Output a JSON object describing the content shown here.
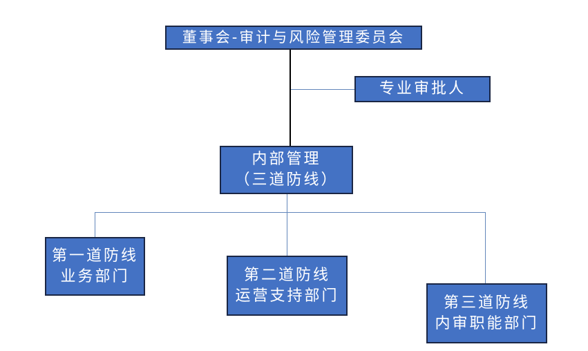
{
  "diagram": {
    "type": "org-flowchart",
    "background": "#ffffff",
    "colors": {
      "node_fill": "#4472c4",
      "node_border": "#1a2644",
      "node_text": "#ffffff",
      "connector_dark": "#000000",
      "connector_blue": "#6286ba"
    },
    "nodes": {
      "board": {
        "label": "董事会-审计与风险管理委员会"
      },
      "approver": {
        "label": "专业审批人"
      },
      "internal_mgmt": {
        "line1": "内部管理",
        "line2": "（三道防线）"
      },
      "first_line": {
        "line1": "第一道防线",
        "line2": "业务部门"
      },
      "second_line": {
        "line1": "第二道防线",
        "line2": "运营支持部门"
      },
      "third_line": {
        "line1": "第三道防线",
        "line2": "内审职能部门"
      }
    },
    "edges": [
      {
        "from": "board",
        "to": "internal_mgmt"
      },
      {
        "from": "board",
        "to": "approver"
      },
      {
        "from": "internal_mgmt",
        "to": "first_line"
      },
      {
        "from": "internal_mgmt",
        "to": "second_line"
      },
      {
        "from": "internal_mgmt",
        "to": "third_line"
      }
    ]
  }
}
